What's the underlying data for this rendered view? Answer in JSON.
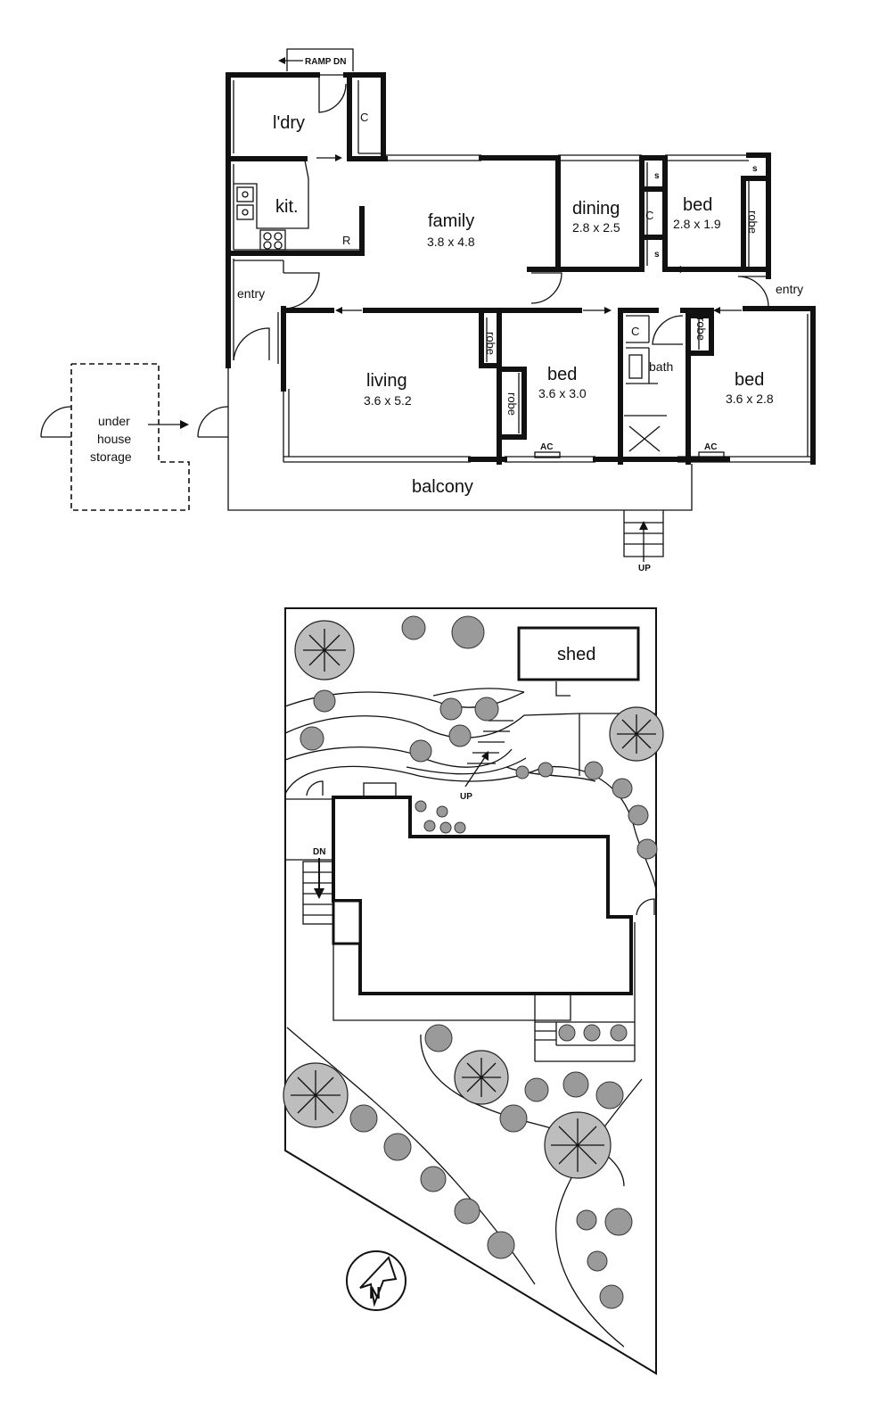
{
  "plan": {
    "ramp": "RAMP DN",
    "laundry": "l'dry",
    "cupboard": "C",
    "kitchen": "kit.",
    "fridge": "R",
    "family": {
      "name": "family",
      "size": "3.8 x 4.8"
    },
    "dining": {
      "name": "dining",
      "size": "2.8 x 2.5"
    },
    "bed1": {
      "name": "bed",
      "size": "2.8 x 1.9"
    },
    "bed2": {
      "name": "bed",
      "size": "3.6 x 3.0"
    },
    "bed3": {
      "name": "bed",
      "size": "3.6 x 2.8"
    },
    "living": {
      "name": "living",
      "size": "3.6 x 5.2"
    },
    "robe": "robe",
    "shelf": "s",
    "entry": "entry",
    "bath": "bath",
    "ac": "AC",
    "storage": [
      "under",
      "house",
      "storage"
    ],
    "balcony": "balcony",
    "up": "UP"
  },
  "site": {
    "shed": "shed",
    "up": "UP",
    "down": "DN",
    "north": "N"
  }
}
